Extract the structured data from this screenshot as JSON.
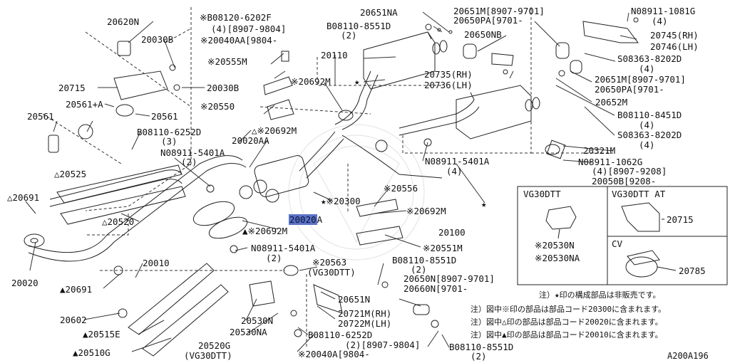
{
  "diagram_id": "A200A196",
  "highlighted_part": "20020",
  "labels": {
    "p20620N": "20620N",
    "p20030B_a": "20030B",
    "p20715": "20715",
    "p20030B_b": "20030B",
    "p20561_plus_a": "20561+A",
    "p20561_l": "20561",
    "p20561_r": "20561",
    "b08110_6252D": "B08110-6252D",
    "qty_3": "(3)",
    "n08911_5401A_a": "N08911-5401A",
    "qty_2_a": "(2)",
    "tri20525": "△20525",
    "tri20691": "△20691",
    "tri20520": "△20520",
    "p20020": "20020",
    "p20010": "20010",
    "tri20691_b": "▲20691",
    "p20602": "20602",
    "tri20515E": "▲20515E",
    "tri20510G": "▲20510G",
    "b08120_6202F": "※B08120-6202F",
    "b08120_6202F_sub": "(4)[8907-9804]",
    "p20040AA": "※20040AA[9804-",
    "p20555M": "※20555M",
    "p20550": "※20550",
    "tri20692M": "△※20692M",
    "p20020AA": "20020AA",
    "p20651NA": "20651NA",
    "b08110_8551D_top": "B08110-8551D",
    "qty_2_b": "(2)",
    "p20651M_top": "20651M[8907-9701]",
    "p20650PA_top": "20650PA[9701-",
    "p20650NB": "20650NB",
    "n08911_1081G": "N08911-1081G",
    "qty_4_a": "(4)",
    "p20745RH": "20745(RH)",
    "p20746LH": "20746(LH)",
    "s08363_8202D_a": "S08363-8202D",
    "qty_4_b": "(4)",
    "p20651M_mid": "20651M[8907-9701]",
    "p20650PA_mid": "20650PA[9701-",
    "p20110": "20110",
    "p20692M_star": "※20692M",
    "p20735RH": "20735(RH)",
    "p20736LH": "20736(LH)",
    "p20652M": "20652M",
    "b08110_8451D": "B08110-8451D",
    "qty_4_c": "(4)",
    "s08363_8202D_b": "S08363-8202D",
    "qty_4_d": "(4)",
    "p20321M": "20321M",
    "n08911_1062G": "N08911-1062G",
    "n08911_1062G_sub": "(4)[8907-9208]",
    "p20050B": "20050B[9208-",
    "n08911_5401A_b": "N08911-5401A",
    "qty_4_e": "(4)",
    "star20300": "★※20300",
    "p20556": "※20556",
    "p20692M_b": "※20692M",
    "p20020A_suffix": "A",
    "tri20692M_b": "▲※20692M",
    "p20100": "20100",
    "p20551M": "※20551M",
    "n08911_5401A_c": "N08911-5401A",
    "qty_2_c": "(2)",
    "p20563": "※20563",
    "p20563_sub": "(VG30DTT)",
    "b08110_8551D_mid": "B08110-8551D",
    "qty_2_d": "(2)",
    "p20650N": "20650N[8907-9701]",
    "p20660N": "20660N[9701-",
    "p20651N": "20651N",
    "p20721M": "20721M(RH)",
    "p20722M": "20722M(LH)",
    "p20530N_l": "20530N",
    "p20530NA_l": "20530NA",
    "p20520G": "20520G",
    "p20520G_sub": "(VG30DTT)",
    "b08110_6252D_b": "B08110-6252D",
    "b08110_6252D_b_sub": "(2)[8907-9804]",
    "p20040A": "※20040A[9804-",
    "b08110_8551D_bot": "B08110-8551D",
    "qty_2_e": "(2)",
    "box_vg30dtt": "VG30DTT",
    "box_vg30dtt_at": "VG30DTT AT",
    "box_cv": "CV",
    "box_20530N": "※20530N",
    "box_20530NA": "※20530NA",
    "box_20715": "20715",
    "box_20785": "20785"
  },
  "notes": [
    "注）★印の構成部品は非販売です。",
    "注）図中※印の部品は部品コード20300に含まれます。",
    "注）図中△印の部品は部品コード20020に含まれます。",
    "注）図中▲印の部品は部品コード20010に含まれます。"
  ]
}
